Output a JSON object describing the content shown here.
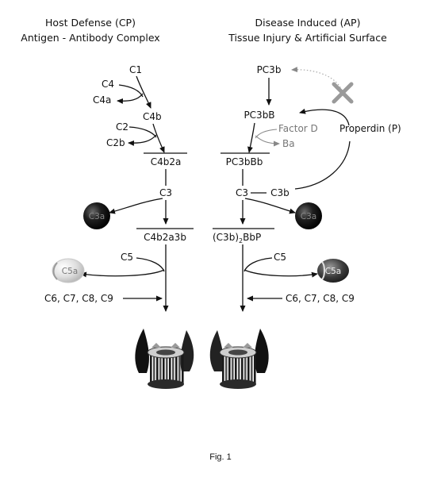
{
  "headings": {
    "cp_line1": "Host Defense (CP)",
    "cp_line2": "Antigen - Antibody Complex",
    "ap_line1": "Disease Induced (AP)",
    "ap_line2": "Tissue Injury & Artificial Surface"
  },
  "classical": {
    "c1": "C1",
    "c4": "C4",
    "c4a": "C4a",
    "c4b": "C4b",
    "c2": "C2",
    "c2b": "C2b",
    "c3_convertase": "C4b2a",
    "c3": "C3",
    "c3a": "C3a",
    "c5_convertase": "C4b2a3b",
    "c5": "C5",
    "c5a": "C5a",
    "terminal": "C6, C7, C8, C9"
  },
  "alternative": {
    "pc3b": "PC3b",
    "pc3bb": "PC3bB",
    "factor_d": "Factor D",
    "ba": "Ba",
    "properdin": "Properdin (P)",
    "c3_convertase": "PC3bBb",
    "c3": "C3",
    "c3b": "C3b",
    "c3a": "C3a",
    "c5_convertase_main": "(C3b)",
    "c5_convertase_sub": "2",
    "c5_convertase_tail": "BbP",
    "c5": "C5",
    "c5a": "C5a",
    "terminal": "C6, C7, C8, C9"
  },
  "caption": "Fig. 1",
  "colors": {
    "ink": "#111111",
    "anaphylatoxin_dark": "#111111",
    "anaphylatoxin_light": "#cccccc",
    "inhibition_x": "#9a9a9a"
  }
}
